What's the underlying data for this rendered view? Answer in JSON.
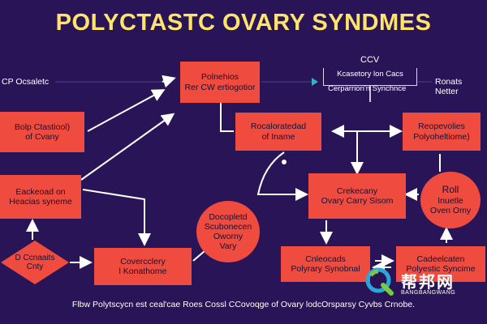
{
  "title": "POLYCTASTC OVARY SYNDMES",
  "left_label": "CP Ocsaletc",
  "right_label": "Ronats Netter",
  "legend": {
    "top": "CCV",
    "line1": "Kcasetory lon Cacs",
    "line2": "Cerparrion'n Synchnce"
  },
  "boxes": {
    "top_center": [
      "Polnehios",
      "Rer  CW ertiogotior"
    ],
    "mid_center": [
      "Rocaloratedad",
      "of Iname"
    ],
    "right_top": [
      "Reopevolies",
      "Polyoheltiome)"
    ],
    "left_top": [
      "Bolp Ctastiool)",
      "of Cvany"
    ],
    "left_mid": [
      "Eackeoad on",
      "Heacias syneme"
    ],
    "center_lower": [
      "Covercclery",
      "l Konathome"
    ],
    "right_mid": [
      "Crekecany",
      "Ovary Carry Sisom"
    ],
    "bottom_mid": [
      "Cnleocads",
      "Polyrary Synobnal"
    ],
    "bottom_right": [
      "Cadeelcaten",
      "Polyestic Syncime"
    ]
  },
  "ovals": {
    "center": [
      "Docopletd",
      "Scubonecen",
      "Oworny",
      "Vary"
    ],
    "right": [
      "Roll",
      "Inuetle",
      "Oven Omy"
    ]
  },
  "diamond": [
    "D Ccnaaits",
    "Cnty"
  ],
  "footer": "Flbw Polytscycn est ceal'cae Roes Cossl CCovoqge of Ovary  lodcOrsparsy Cyvbs Crnobe.",
  "watermark": {
    "brand": "帮邦网",
    "sub": "BANGBANGWANG"
  },
  "colors": {
    "background": "#2a1458",
    "box": "#ef4b3f",
    "title": "#ffe46a",
    "arrow": "#ffffff"
  }
}
